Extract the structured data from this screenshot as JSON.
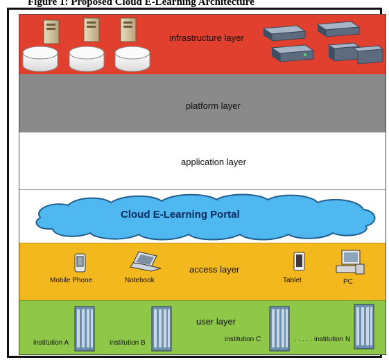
{
  "caption_fragment": "Figure 1: Proposed Cloud E-Learning Architecture",
  "layers": {
    "infrastructure": {
      "label": "infrastructure layer",
      "color": "#e2402e",
      "icons": [
        "server-tower-icon",
        "database-disk-icon",
        "rack-server-icon"
      ]
    },
    "platform": {
      "label": "platform layer",
      "color": "#8a8a8a"
    },
    "application": {
      "label": "application layer",
      "color": "#ffffff"
    },
    "portal": {
      "label": "Cloud E-Learning Portal",
      "cloud_color": "#4fb8f0"
    },
    "access": {
      "label": "access layer",
      "color": "#f4b81f",
      "devices": [
        {
          "label": "Mobile Phone",
          "icon": "mobile-phone-icon"
        },
        {
          "label": "Notebook",
          "icon": "notebook-icon"
        },
        {
          "label": "Tablet",
          "icon": "tablet-icon"
        },
        {
          "label": "PC",
          "icon": "pc-icon"
        }
      ]
    },
    "user": {
      "label": "user layer",
      "color": "#8fc749",
      "institutions": [
        "institution A",
        "institution B",
        "institution C",
        "institution N"
      ],
      "ellipsis": ". . . . ."
    }
  }
}
